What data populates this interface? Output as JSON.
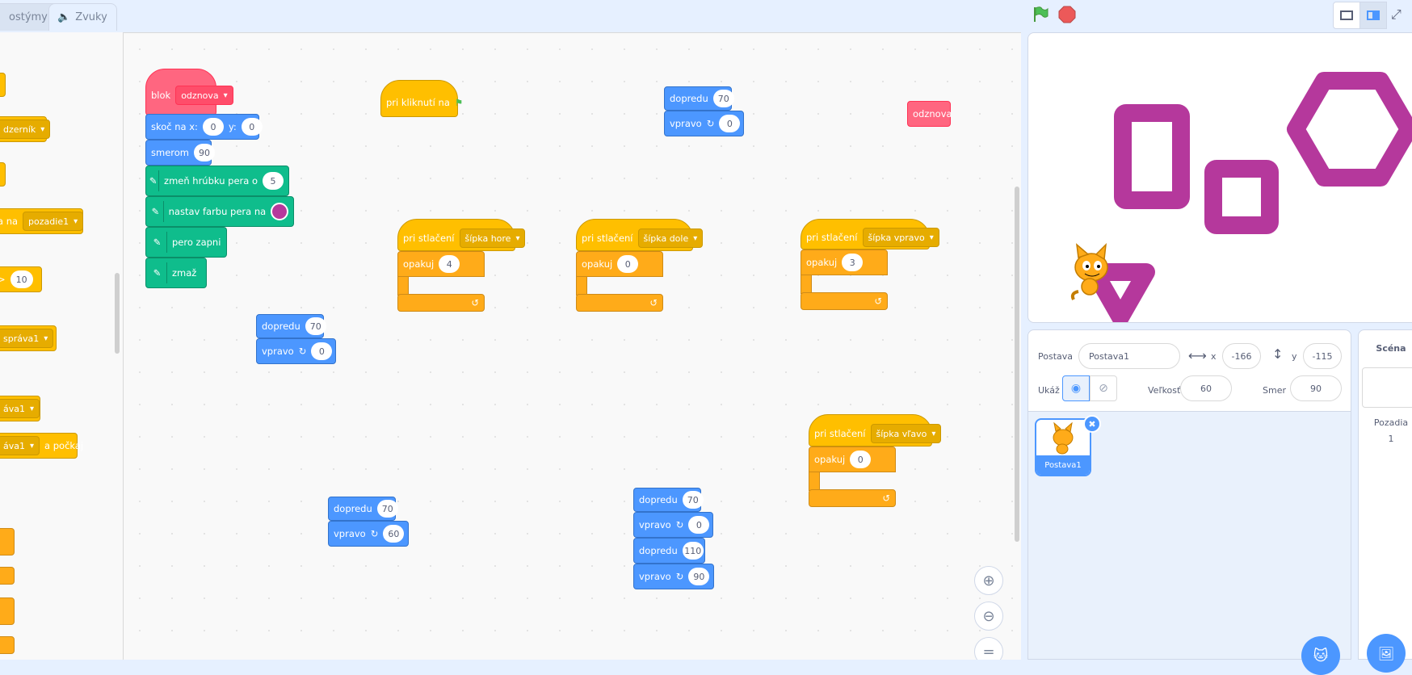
{
  "tabs": {
    "costumes": "ostýmy",
    "sounds": "Zvuky"
  },
  "palette_blocks": {
    "dd1": "dzerník",
    "backdrop_prefix": "a na",
    "backdrop": "pozadie1",
    "gt": ">",
    "gt_val": "10",
    "msg1": "správa1",
    "msg2": "áva1",
    "msg3": "áva1",
    "and_wait": "a počkaj"
  },
  "scripts": {
    "custom_define": {
      "label": "blok",
      "param": "odznova"
    },
    "goto": {
      "label": "skoč na x:",
      "x": "0",
      "ylabel": "y:",
      "y": "0"
    },
    "point": {
      "label": "smerom",
      "value": "90"
    },
    "pen_size": {
      "label": "zmeň hrúbku pera o",
      "value": "5"
    },
    "pen_color": {
      "label": "nastav farbu pera na",
      "color": "#b5389c"
    },
    "pen_down": {
      "label": "pero zapni"
    },
    "clear": {
      "label": "zmaž"
    },
    "flag_hat": {
      "label": "pri kliknutí na"
    },
    "move_top": {
      "move": "dopredu",
      "move_val": "70",
      "turn": "vpravo",
      "turn_val": "0"
    },
    "custom_call": {
      "label": "odznova"
    },
    "key_up": {
      "hat": "pri stlačení",
      "key": "šípka hore",
      "repeat": "opakuj",
      "count": "4"
    },
    "key_down": {
      "hat": "pri stlačení",
      "key": "šípka dole",
      "repeat": "opakuj",
      "count": "0"
    },
    "key_right": {
      "hat": "pri stlačení",
      "key": "šípka vpravo",
      "repeat": "opakuj",
      "count": "3"
    },
    "key_left": {
      "hat": "pri stlačení",
      "key": "šípka vľavo",
      "repeat": "opakuj",
      "count": "0"
    },
    "move_mid": {
      "move": "dopredu",
      "move_val": "70",
      "turn": "vpravo",
      "turn_val": "0"
    },
    "move_low": {
      "move": "dopredu",
      "move_val": "70",
      "turn": "vpravo",
      "turn_val": "60"
    },
    "move_four": {
      "move1": "dopredu",
      "move1_val": "70",
      "turn1": "vpravo",
      "turn1_val": "0",
      "move2": "dopredu",
      "move2_val": "110",
      "turn2": "vpravo",
      "turn2_val": "90"
    }
  },
  "zoom": {
    "reset": "="
  },
  "sprite_info": {
    "sprite_label": "Postava",
    "sprite_name": "Postava1",
    "x_label": "x",
    "x": "-166",
    "y_label": "y",
    "y": "-115",
    "show_label": "Ukáž",
    "size_label": "Veľkosť",
    "size": "60",
    "direction_label": "Smer",
    "direction": "90"
  },
  "sprites": [
    {
      "name": "Postava1"
    }
  ],
  "stage_panel": {
    "title": "Scéna",
    "backdrops_label": "Pozadia",
    "backdrops_count": "1"
  },
  "colors": {
    "shape": "#b5389c",
    "motion": "#4c97ff",
    "pen": "#0fbd8c",
    "events": "#ffbf00",
    "control": "#ffab19",
    "custom": "#ff6680"
  }
}
